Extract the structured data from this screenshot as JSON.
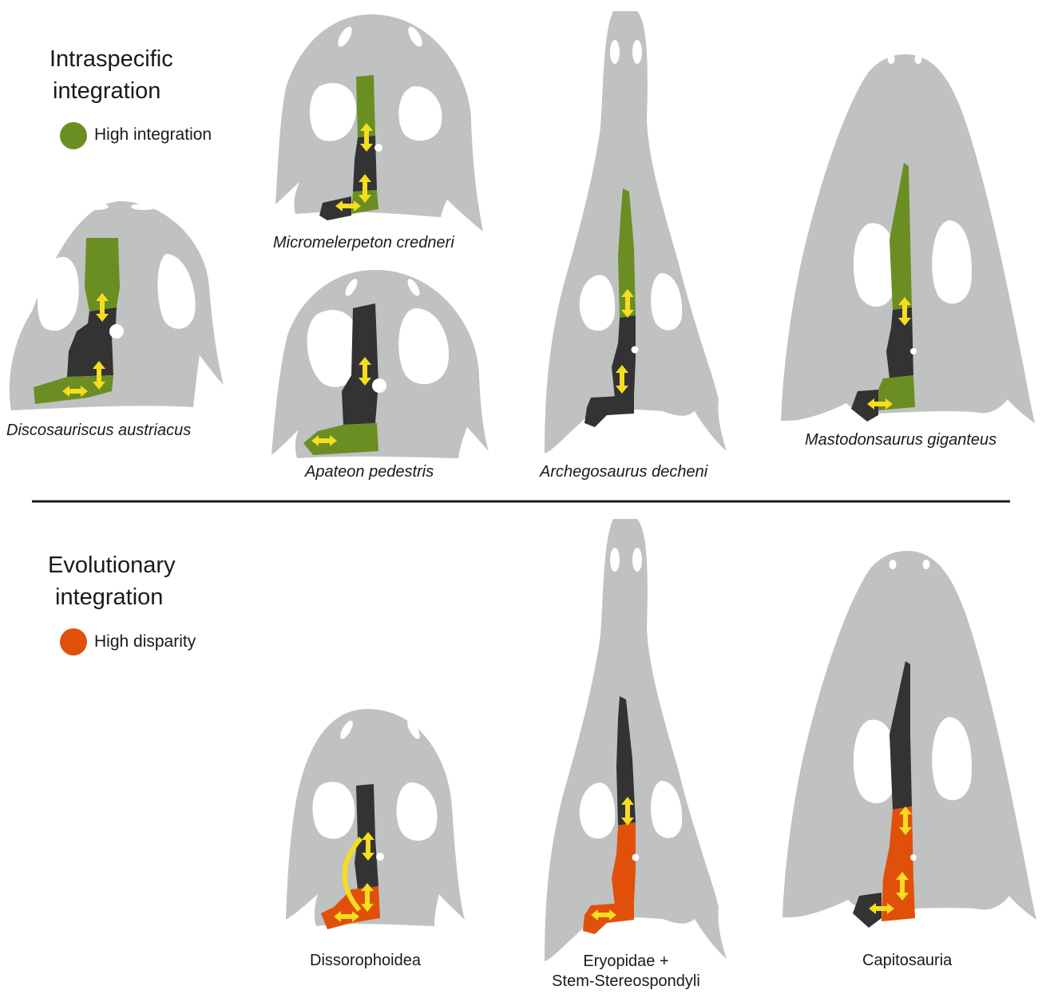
{
  "panels": {
    "intraspecific": {
      "heading_line1": "Intraspecific",
      "heading_line2": "integration",
      "legend_label": "High integration",
      "legend_color": "#6b8e23"
    },
    "evolutionary": {
      "heading_line1": "Evolutionary",
      "heading_line2": "integration",
      "legend_label": "High disparity",
      "legend_color": "#e0500a"
    }
  },
  "colors": {
    "skull": "#c0c1c1",
    "bone_dark": "#333333",
    "integration": "#6b8e23",
    "disparity": "#e0500a",
    "arrow": "#f5dd1f",
    "divider": "#1a1a1a"
  },
  "species": {
    "discosauriscus": "Discosauriscus austriacus",
    "micromelerpeton": "Micromelerpeton credneri",
    "apateon": "Apateon pedestris",
    "archegosaurus": "Archegosaurus decheni",
    "mastodonsaurus": "Mastodonsaurus giganteus"
  },
  "clades": {
    "dissorophoidea": "Dissorophoidea",
    "eryopidae_line1": "Eryopidae +",
    "eryopidae_line2": "Stem-Stereospondyli",
    "capitosauria": "Capitosauria"
  }
}
